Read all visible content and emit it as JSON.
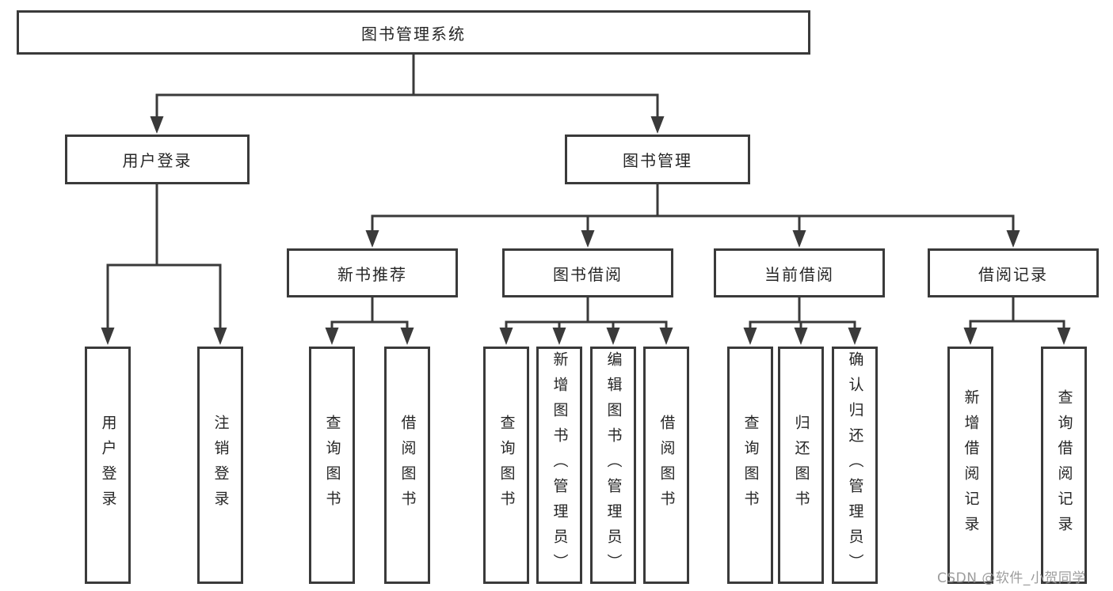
{
  "tree": {
    "label": "图书管理系统",
    "children": [
      {
        "label": "用户登录",
        "children": [
          {
            "label": "用户登录"
          },
          {
            "label": "注销登录"
          }
        ]
      },
      {
        "label": "图书管理",
        "children": [
          {
            "label": "新书推荐",
            "children": [
              {
                "label": "查询图书"
              },
              {
                "label": "借阅图书"
              }
            ]
          },
          {
            "label": "图书借阅",
            "children": [
              {
                "label": "查询图书"
              },
              {
                "label": "新增图书（管理员）"
              },
              {
                "label": "编辑图书（管理员）"
              },
              {
                "label": "借阅图书"
              }
            ]
          },
          {
            "label": "当前借阅",
            "children": [
              {
                "label": "查询图书"
              },
              {
                "label": "归还图书"
              },
              {
                "label": "确认归还（管理员）"
              }
            ]
          },
          {
            "label": "借阅记录",
            "children": [
              {
                "label": "新增借阅记录"
              },
              {
                "label": "查询借阅记录"
              }
            ]
          }
        ]
      }
    ]
  },
  "watermark": {
    "text": "CSDN @软件_小贺同学"
  },
  "colors": {
    "line": "#3a3a3a",
    "box_border": "#3a3a3a",
    "text": "#262626",
    "background": "#ffffff",
    "watermark": "#9c9c9c"
  }
}
